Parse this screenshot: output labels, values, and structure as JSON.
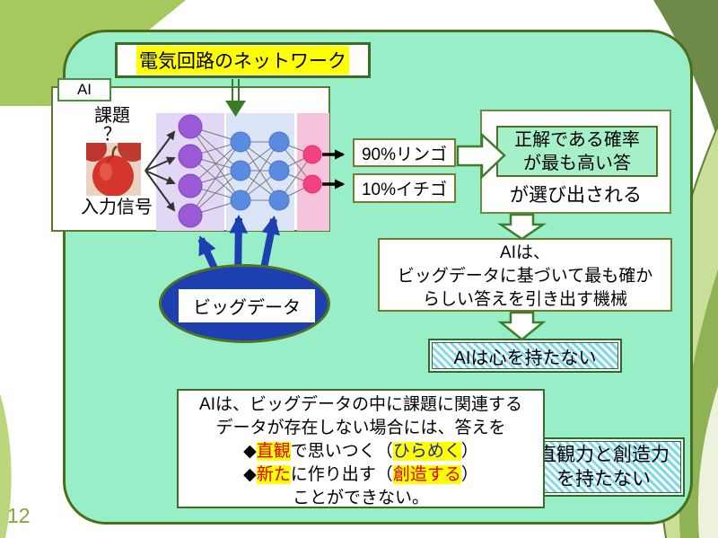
{
  "page": {
    "number": "12"
  },
  "theme": {
    "slide_bg": "#98EFC7",
    "slide_border": "#4A6E1C",
    "highlight_yellow": "#FFFF00",
    "keyword_red": "#E00000",
    "keyword_blue": "#2028A0",
    "hatch_cyan": "#7FD9E9",
    "bigdata_blue": "#1E3FAF",
    "node_purple": "#9B59D6",
    "node_blue": "#5A8BE0",
    "node_pink": "#F4427F"
  },
  "title_box": {
    "label": "電気回路のネットワーク"
  },
  "ai_panel": {
    "label": "AI",
    "task_label": "課題",
    "task_mark": "？",
    "input_label": "入力信号"
  },
  "result_boxes": [
    {
      "label": "90%リンゴ"
    },
    {
      "label": "10%イチゴ"
    }
  ],
  "selection_box": {
    "line1": "正解である確率",
    "line2": "が最も高い答",
    "suffix": "が選び出される"
  },
  "bigdata": {
    "label": "ビッグデータ"
  },
  "machine_box": {
    "line1": "AIは、",
    "line2": "ビッグデータに基づいて最も確か",
    "line3": "らしい答えを引き出す機械"
  },
  "no_mind_box": {
    "label": "AIは心を持たない"
  },
  "limitation_box": {
    "line1": "AIは、ビッグデータの中に課題に関連する",
    "line2": "データが存在しない場合には、答えを",
    "line3": {
      "bullet": "◆",
      "hl1": "直観",
      "mid": "で思いつく（",
      "hl2": "ひらめく",
      "end": "）"
    },
    "line4": {
      "bullet": "◆",
      "hl1": "新た",
      "mid": "に作り出す（",
      "hl2": "創造する",
      "end": "）"
    },
    "line5": "ことができない。"
  },
  "no_intuition_box": {
    "line1": "直観力と創造力",
    "line2": "を持たない"
  }
}
